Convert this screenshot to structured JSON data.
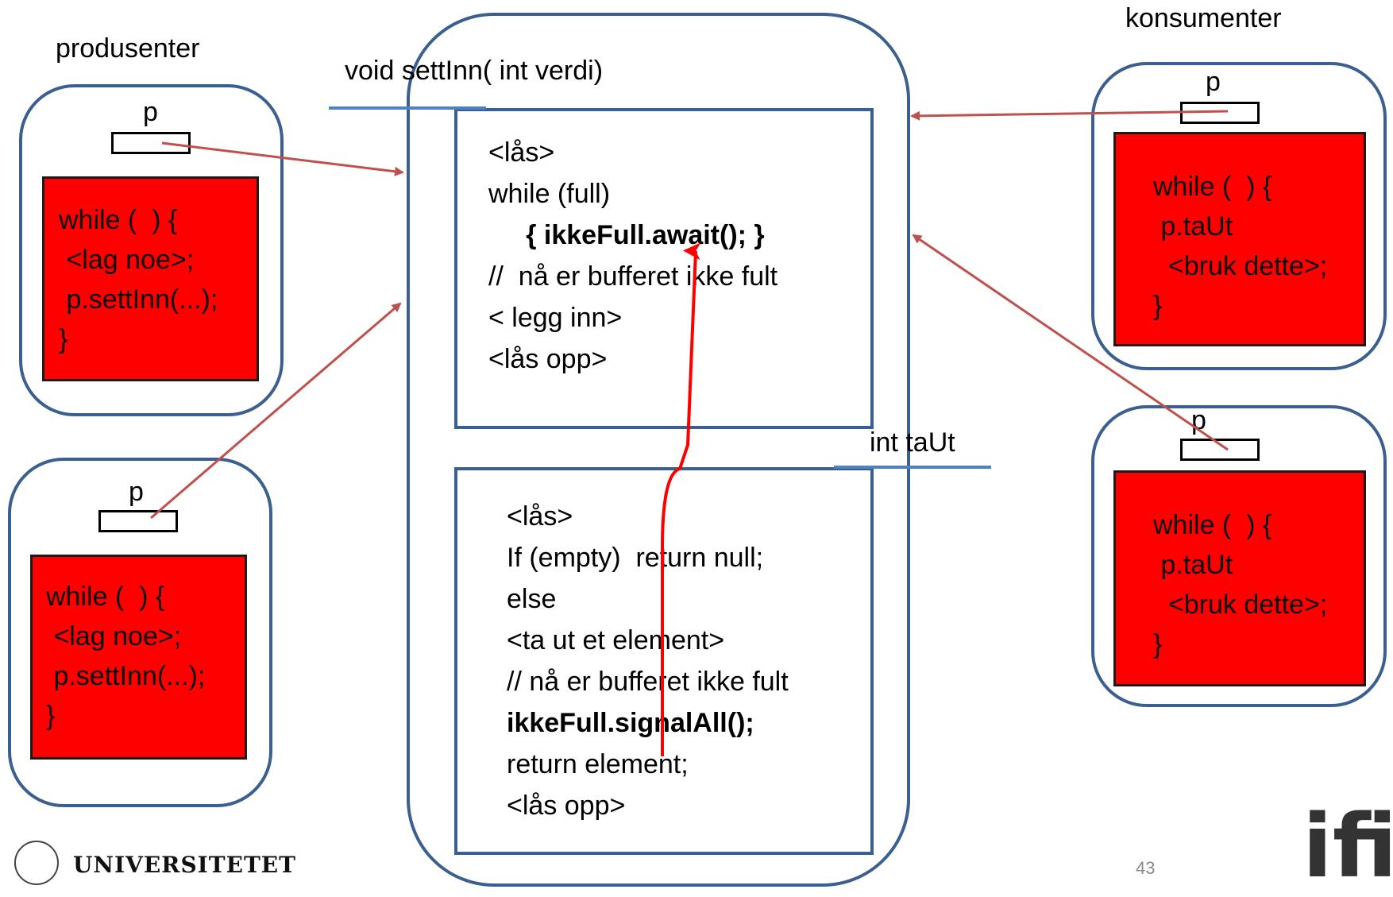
{
  "labels": {
    "produsenter": "produsenter",
    "konsumenter": "konsumenter",
    "settinn_signature": "void settInn( int verdi)",
    "tautsig": "int  taUt",
    "p": "p",
    "slide_number": "43"
  },
  "producer_code": {
    "line1": "while (  ) {",
    "line2": " <lag noe>;",
    "line3": " p.settInn(...);",
    "line4": "}"
  },
  "consumer_code": {
    "line1": "while (  ) {",
    "line2": " p.taUt",
    "line3": "  <bruk dette>;",
    "line4": "}"
  },
  "settinn_code": {
    "line1": "<lås>",
    "line2": "while (full)",
    "line3": "     { ikkeFull.await(); }",
    "line4": "//  nå er bufferet ikke fult",
    "line5": "< legg inn>",
    "line6": "<lås opp>"
  },
  "taut_code": {
    "line1": "<lås>",
    "line2": "If (empty)  return null;",
    "line3": "else",
    "line4": "<ta ut et element>",
    "line5": "// nå er bufferet ikke fult",
    "line6": "ikkeFull.signalAll();",
    "line7": "return element;",
    "line8": "<lås opp>"
  },
  "logo": {
    "university": "UNIVERSITETET",
    "ifi": "ifi"
  },
  "colors": {
    "box_border": "#3c5f91",
    "thread_fill": "#ff0000",
    "arrow": "#c0504d",
    "signal_arrow": "#ff0000"
  }
}
